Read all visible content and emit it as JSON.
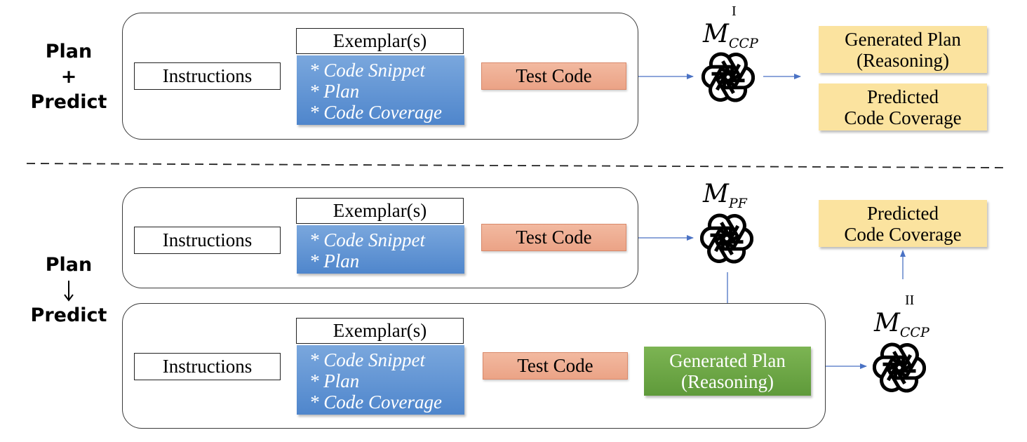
{
  "top": {
    "side_label_line1": "Plan",
    "side_label_line2": "+",
    "side_label_line3": "Predict",
    "instructions": "Instructions",
    "exemplar_header": "Exemplar(s)",
    "exemplar_items": [
      "* Code Snippet",
      "* Plan",
      "* Code Coverage"
    ],
    "test_code": "Test Code",
    "model_letter": "M",
    "model_sub": "CCP",
    "model_sup": "I",
    "outputs": [
      {
        "line1": "Generated Plan",
        "line2": "(Reasoning)"
      },
      {
        "line1": "Predicted",
        "line2": "Code Coverage"
      }
    ]
  },
  "bottom": {
    "side_label_line1": "Plan",
    "side_label_line3": "Predict",
    "stage1": {
      "instructions": "Instructions",
      "exemplar_header": "Exemplar(s)",
      "exemplar_items": [
        "* Code Snippet",
        "* Plan"
      ],
      "test_code": "Test Code",
      "model_letter": "M",
      "model_sub": "PF"
    },
    "stage2": {
      "instructions": "Instructions",
      "exemplar_header": "Exemplar(s)",
      "exemplar_items": [
        "* Code Snippet",
        "* Plan",
        "* Code Coverage"
      ],
      "test_code": "Test Code",
      "generated_plan_line1": "Generated Plan",
      "generated_plan_line2": "(Reasoning)",
      "model_letter": "M",
      "model_sub": "CCP",
      "model_sup": "II"
    },
    "output": {
      "line1": "Predicted",
      "line2": "Code Coverage"
    }
  },
  "colors": {
    "arrow": "#4a72c4",
    "exemplar_blue": "#5b8fd1",
    "test_code_orange": "#f0ad90",
    "output_yellow": "#fbe39f",
    "plan_green": "#6aa842"
  },
  "icons": [
    "openai-logo-icon"
  ]
}
